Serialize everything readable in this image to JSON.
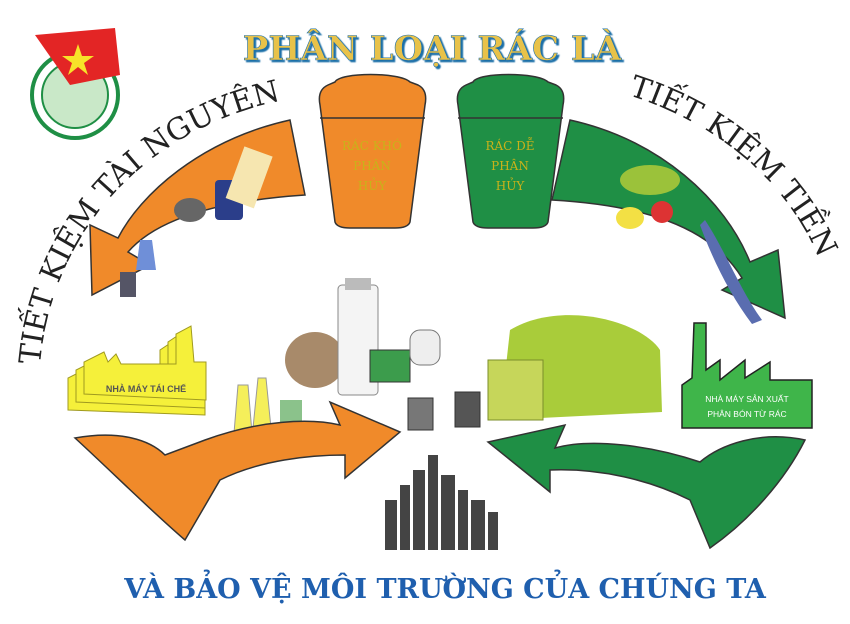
{
  "title": "PHÂN LOẠI RÁC LÀ",
  "left_arc_text": "TIẾT KIỆM TÀI NGUYÊN",
  "right_arc_text": "TIẾT KIỆM TIỀN",
  "bins": [
    {
      "lines": [
        "RÁC KHÓ",
        "PHÂN",
        "HỦY"
      ],
      "color": "#f08a2a"
    },
    {
      "lines": [
        "RÁC DỄ",
        "PHÂN",
        "HỦY"
      ],
      "color": "#1f8f45"
    }
  ],
  "factories": {
    "recycling": {
      "label": "NHÀ MÁY TÁI CHẾ",
      "color": "#f5f03a"
    },
    "fertilizer": {
      "lines": [
        "NHÀ MÁY SẢN XUẤT",
        "PHÂN BÓN TỪ RÁC"
      ],
      "color": "#3fb54a"
    }
  },
  "bottom_text": "VÀ BẢO VỆ MÔI TRƯỜNG CỦA CHÚNG TA",
  "colors": {
    "orange": "#f08a2a",
    "green": "#1f8f45",
    "title_fill": "#e8c24a",
    "title_shadow": "#1f6fa8",
    "bottom_text": "#1f5fae"
  }
}
